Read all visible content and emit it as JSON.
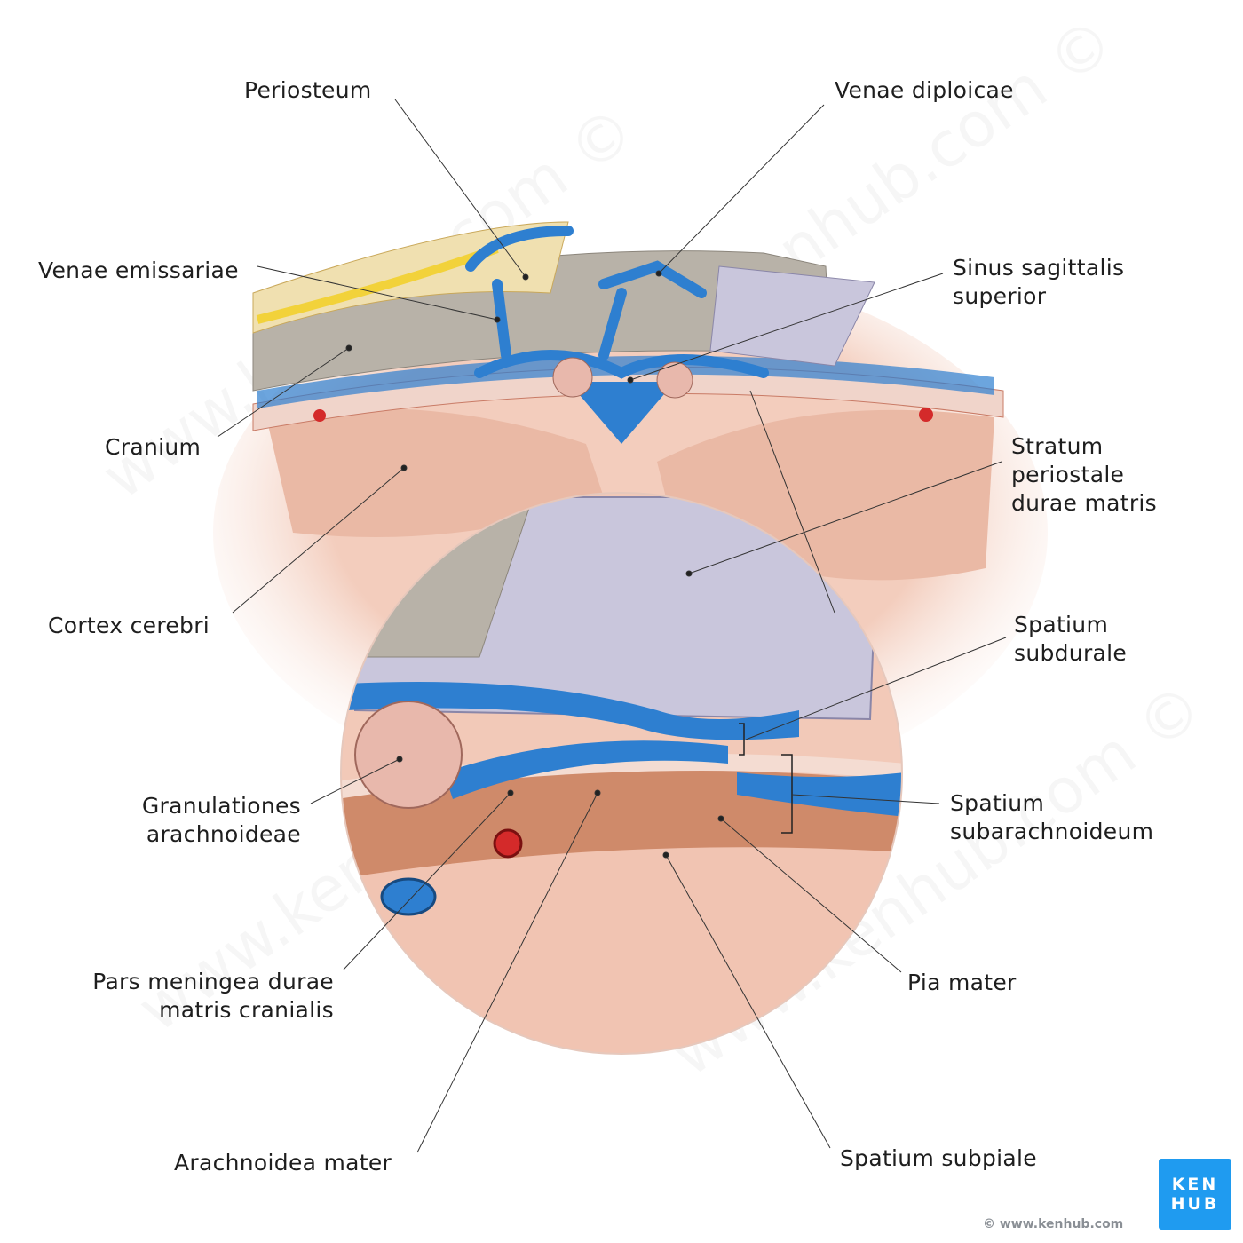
{
  "labels": {
    "periosteum": "Periosteum",
    "venae_diploicae": "Venae diploicae",
    "venae_emissariae": "Venae emissariae",
    "sinus_sagittalis": [
      "Sinus sagittalis",
      "superior"
    ],
    "cranium": "Cranium",
    "stratum_periostale": [
      "Stratum",
      "periostale",
      "durae matris"
    ],
    "cortex_cerebri": "Cortex cerebri",
    "spatium_subdurale": [
      "Spatium",
      "subdurale"
    ],
    "granulationes": [
      "Granulationes",
      "arachnoideae"
    ],
    "spatium_subarachnoideum": [
      "Spatium",
      "subarachnoideum"
    ],
    "pars_meningea": [
      "Pars meningea durae",
      "matris cranialis"
    ],
    "pia_mater": "Pia mater",
    "arachnoidea_mater": "Arachnoidea mater",
    "spatium_subpiale": "Spatium subpiale"
  },
  "branding": {
    "logo_line1": "KEN",
    "logo_line2": "HUB",
    "copyright": "© www.kenhub.com",
    "watermark": "www.kenhub.com ©"
  },
  "colors": {
    "vein": "#2e7fd0",
    "artery": "#d42a2a",
    "bone": "#b8b2a8",
    "dura": "#c9c6dc",
    "cortex": "#f2c9b8",
    "logo": "#1f9bf0"
  }
}
